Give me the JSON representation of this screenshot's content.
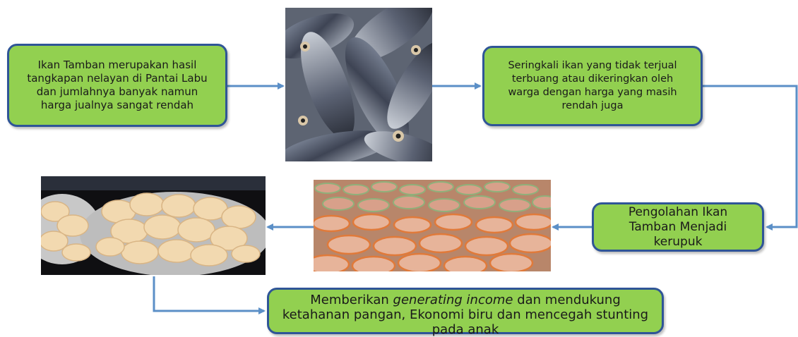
{
  "boxes": {
    "ikan_tamban": "Ikan Tamban merupakan hasil tangkapan nelayan di Pantai Labu dan jumlahnya banyak namun harga jualnya sangat rendah",
    "seringkali": "Seringkali ikan yang tidak terjual terbuang atau dikeringkan oleh warga dengan harga yang masih rendah juga",
    "pengolahan": "Pengolahan Ikan Tamban Menjadi kerupuk",
    "memberikan": {
      "before": "Memberikan ",
      "italic": "generating income",
      "after": " dan mendukung ketahanan pangan, Ekonomi biru dan mencegah stunting pada anak"
    }
  },
  "colors": {
    "box_fill": "#92d050",
    "box_border": "#2f5597",
    "arrow": "#5b8fc7"
  },
  "images": [
    {
      "name": "fish-photo",
      "depicts": "ikan tamban"
    },
    {
      "name": "raw-crackers-photo",
      "depicts": "kerupuk mentah dijemur"
    },
    {
      "name": "fried-crackers-photo",
      "depicts": "kerupuk goreng di piring"
    }
  ]
}
